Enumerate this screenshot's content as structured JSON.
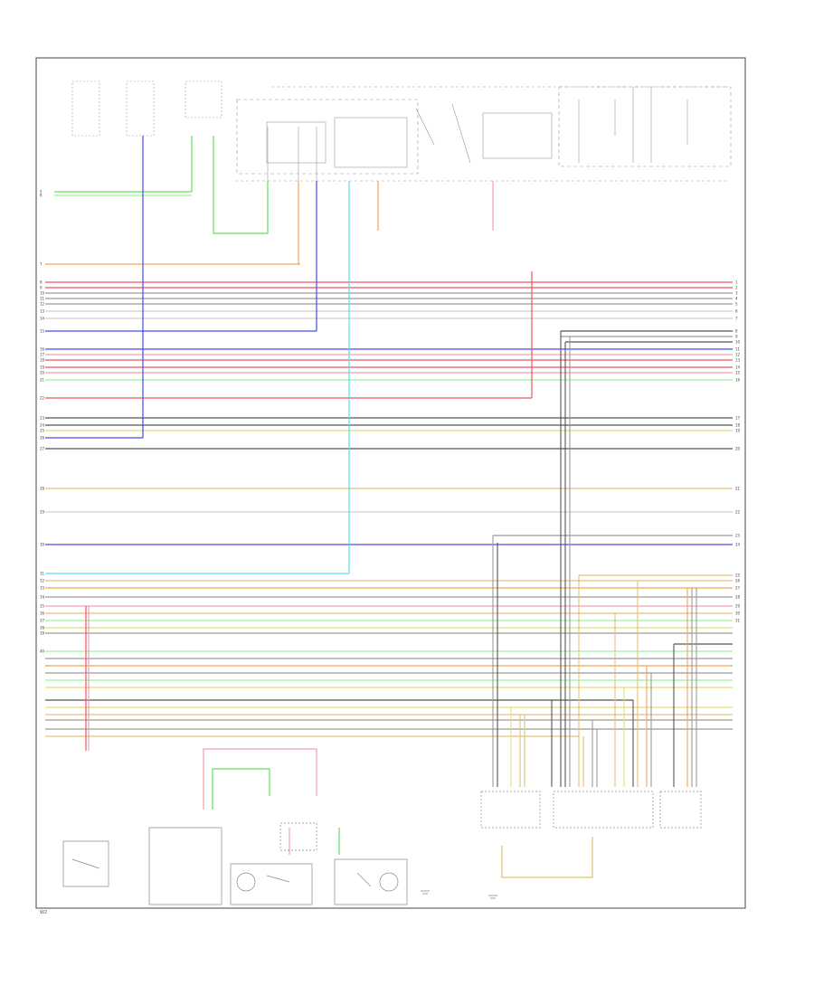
{
  "figure_ref": "W2",
  "wire_colors": {
    "green": "#5ee35e",
    "lt_green": "#9df09d",
    "blue": "#4a4af0",
    "lt_blue": "#55dff0",
    "orange": "#f3a35a",
    "red": "#ee5566",
    "pink": "#f3a0b0",
    "grey": "#9a9a9a",
    "black": "#555555",
    "tan": "#e0c27a",
    "yellow": "#e6dc7a",
    "white": "#cfcfcf"
  },
  "pin_numbers_left": [
    "5",
    "6",
    "7",
    "8",
    "9",
    "10",
    "11",
    "12",
    "13",
    "14",
    "15",
    "16",
    "17",
    "18",
    "19",
    "20",
    "21",
    "22",
    "23",
    "24",
    "25",
    "26",
    "27",
    "28",
    "29",
    "30",
    "31",
    "32",
    "33",
    "34",
    "35",
    "36",
    "37",
    "38",
    "39",
    "40"
  ],
  "pin_numbers_right": [
    "1",
    "2",
    "3",
    "4",
    "5",
    "6",
    "7",
    "8",
    "9",
    "10",
    "11",
    "12",
    "13",
    "14",
    "15",
    "16",
    "17",
    "18",
    "19",
    "20",
    "21",
    "22",
    "23",
    "24",
    "25",
    "26",
    "27",
    "28",
    "29",
    "30",
    "31"
  ]
}
